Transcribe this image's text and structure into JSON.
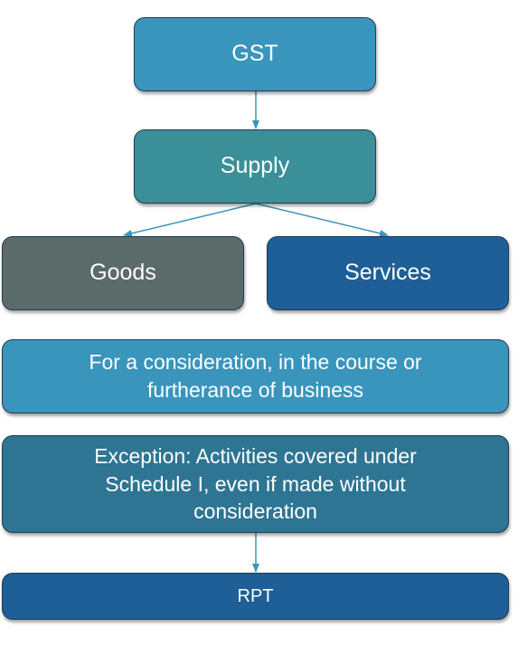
{
  "diagram": {
    "gst": "GST",
    "supply": "Supply",
    "goods": "Goods",
    "services": "Services",
    "consideration": "For a consideration, in the course or furtherance of business",
    "exception": "Exception: Activities covered under Schedule I, even if made without consideration",
    "rpt": "RPT"
  },
  "colors": {
    "gst_fill": "#3a95bd",
    "supply_fill": "#3a8f98",
    "goods_fill": "#5b6b6a",
    "services_fill": "#1d5f96",
    "consideration_fill": "#3a95bd",
    "exception_fill": "#2d7593",
    "rpt_fill": "#1d5f96",
    "connector": "#3a95bd"
  }
}
